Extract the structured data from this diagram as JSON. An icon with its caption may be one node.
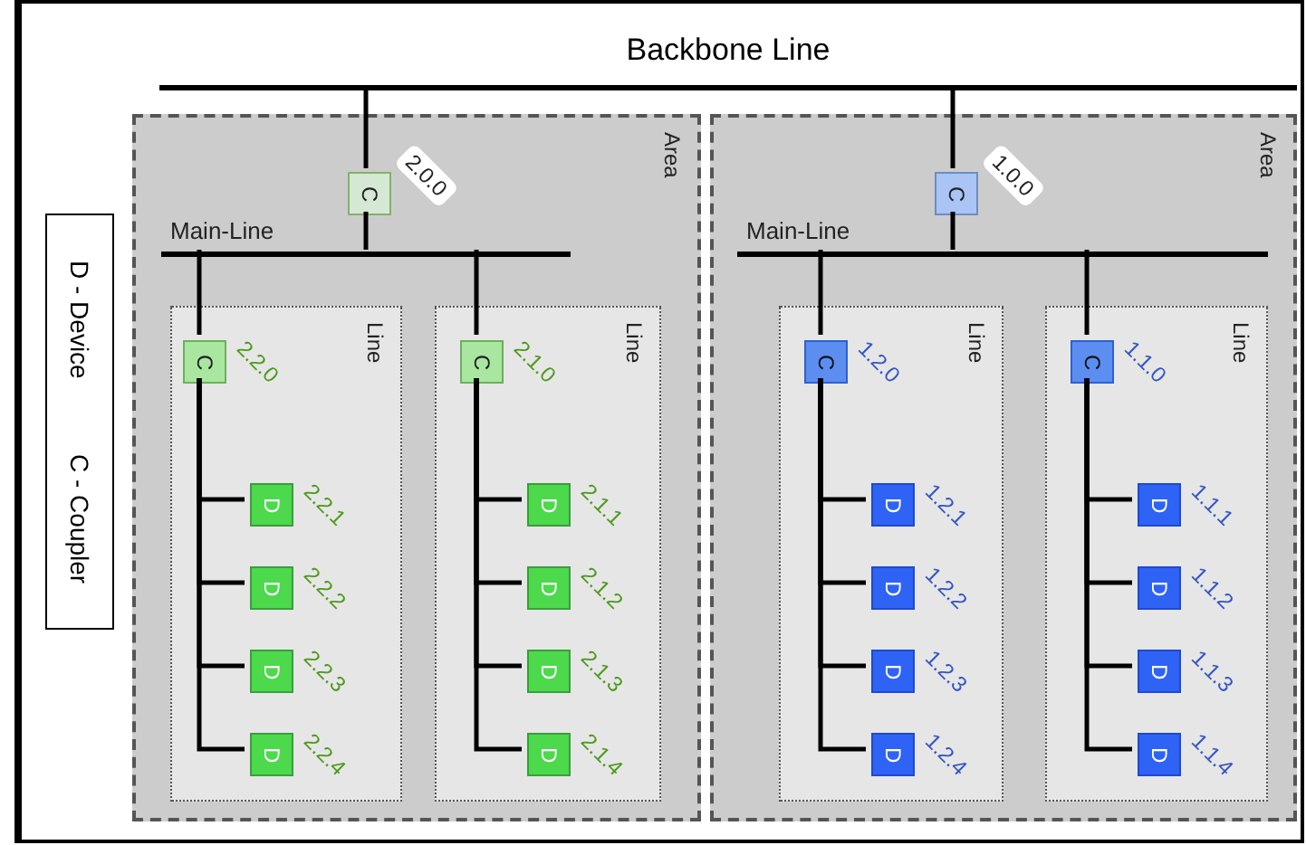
{
  "diagram": {
    "nodes": [
      {
        "text": [
          "Backbone Line"
        ]
      },
      {
        "text": [
          "Area"
        ]
      },
      {
        "text": [
          "C"
        ],
        "in": 1,
        "beside": [
          "2.0.0"
        ]
      },
      {
        "text": [
          "Main-Line"
        ],
        "in": 1
      },
      {
        "text": [
          "Line"
        ],
        "in": 1
      },
      {
        "text": [
          "C"
        ],
        "in": 4,
        "beside": [
          "2.2.0"
        ]
      },
      {
        "text": [
          "D"
        ],
        "in": 4,
        "beside": [
          "2.2.1"
        ]
      },
      {
        "text": [
          "D"
        ],
        "in": 4,
        "beside": [
          "2.2.2"
        ]
      },
      {
        "text": [
          "D"
        ],
        "in": 4,
        "beside": [
          "2.2.3"
        ]
      },
      {
        "text": [
          "D"
        ],
        "in": 4,
        "beside": [
          "2.2.4"
        ]
      },
      {
        "text": [
          "Line"
        ],
        "in": 1
      },
      {
        "text": [
          "C"
        ],
        "in": 10,
        "beside": [
          "2.1.0"
        ]
      },
      {
        "text": [
          "D"
        ],
        "in": 10,
        "beside": [
          "2.1.1"
        ]
      },
      {
        "text": [
          "D"
        ],
        "in": 10,
        "beside": [
          "2.1.2"
        ]
      },
      {
        "text": [
          "D"
        ],
        "in": 10,
        "beside": [
          "2.1.3"
        ]
      },
      {
        "text": [
          "D"
        ],
        "in": 10,
        "beside": [
          "2.1.4"
        ]
      },
      {
        "text": [
          "Area"
        ]
      },
      {
        "text": [
          "C"
        ],
        "in": 16,
        "beside": [
          "1.0.0"
        ]
      },
      {
        "text": [
          "Main-Line"
        ],
        "in": 16
      },
      {
        "text": [
          "Line"
        ],
        "in": 16
      },
      {
        "text": [
          "C"
        ],
        "in": 19,
        "beside": [
          "1.2.0"
        ]
      },
      {
        "text": [
          "D"
        ],
        "in": 19,
        "beside": [
          "1.2.1"
        ]
      },
      {
        "text": [
          "D"
        ],
        "in": 19,
        "beside": [
          "1.2.2"
        ]
      },
      {
        "text": [
          "D"
        ],
        "in": 19,
        "beside": [
          "1.2.3"
        ]
      },
      {
        "text": [
          "D"
        ],
        "in": 19,
        "beside": [
          "1.2.4"
        ]
      },
      {
        "text": [
          "Line"
        ],
        "in": 16
      },
      {
        "text": [
          "C"
        ],
        "in": 25,
        "beside": [
          "1.1.0"
        ]
      },
      {
        "text": [
          "D"
        ],
        "in": 25,
        "beside": [
          "1.1.1"
        ]
      },
      {
        "text": [
          "D"
        ],
        "in": 25,
        "beside": [
          "1.1.2"
        ]
      },
      {
        "text": [
          "D"
        ],
        "in": 25,
        "beside": [
          "1.1.3"
        ]
      },
      {
        "text": [
          "D"
        ],
        "in": 25,
        "beside": [
          "1.1.4"
        ]
      },
      {
        "text": [
          "D - Device",
          "C - Coupler"
        ]
      }
    ],
    "edges": [
      {
        "from": 0,
        "to": 2,
        "arrow": "none"
      },
      {
        "from": 2,
        "to": 3,
        "arrow": "none"
      },
      {
        "from": 3,
        "to": 5,
        "arrow": "none"
      },
      {
        "from": 3,
        "to": 11,
        "arrow": "none"
      },
      {
        "from": 5,
        "to": 6,
        "arrow": "none"
      },
      {
        "from": 5,
        "to": 7,
        "arrow": "none"
      },
      {
        "from": 5,
        "to": 8,
        "arrow": "none"
      },
      {
        "from": 5,
        "to": 9,
        "arrow": "none"
      },
      {
        "from": 11,
        "to": 12,
        "arrow": "none"
      },
      {
        "from": 11,
        "to": 13,
        "arrow": "none"
      },
      {
        "from": 11,
        "to": 14,
        "arrow": "none"
      },
      {
        "from": 11,
        "to": 15,
        "arrow": "none"
      },
      {
        "from": 0,
        "to": 17,
        "arrow": "none"
      },
      {
        "from": 17,
        "to": 18,
        "arrow": "none"
      },
      {
        "from": 18,
        "to": 20,
        "arrow": "none"
      },
      {
        "from": 18,
        "to": 26,
        "arrow": "none"
      },
      {
        "from": 20,
        "to": 21,
        "arrow": "none"
      },
      {
        "from": 20,
        "to": 22,
        "arrow": "none"
      },
      {
        "from": 20,
        "to": 23,
        "arrow": "none"
      },
      {
        "from": 20,
        "to": 24,
        "arrow": "none"
      },
      {
        "from": 26,
        "to": 27,
        "arrow": "none"
      },
      {
        "from": 26,
        "to": 28,
        "arrow": "none"
      },
      {
        "from": 26,
        "to": 29,
        "arrow": "none"
      },
      {
        "from": 26,
        "to": 30,
        "arrow": "none"
      }
    ]
  }
}
